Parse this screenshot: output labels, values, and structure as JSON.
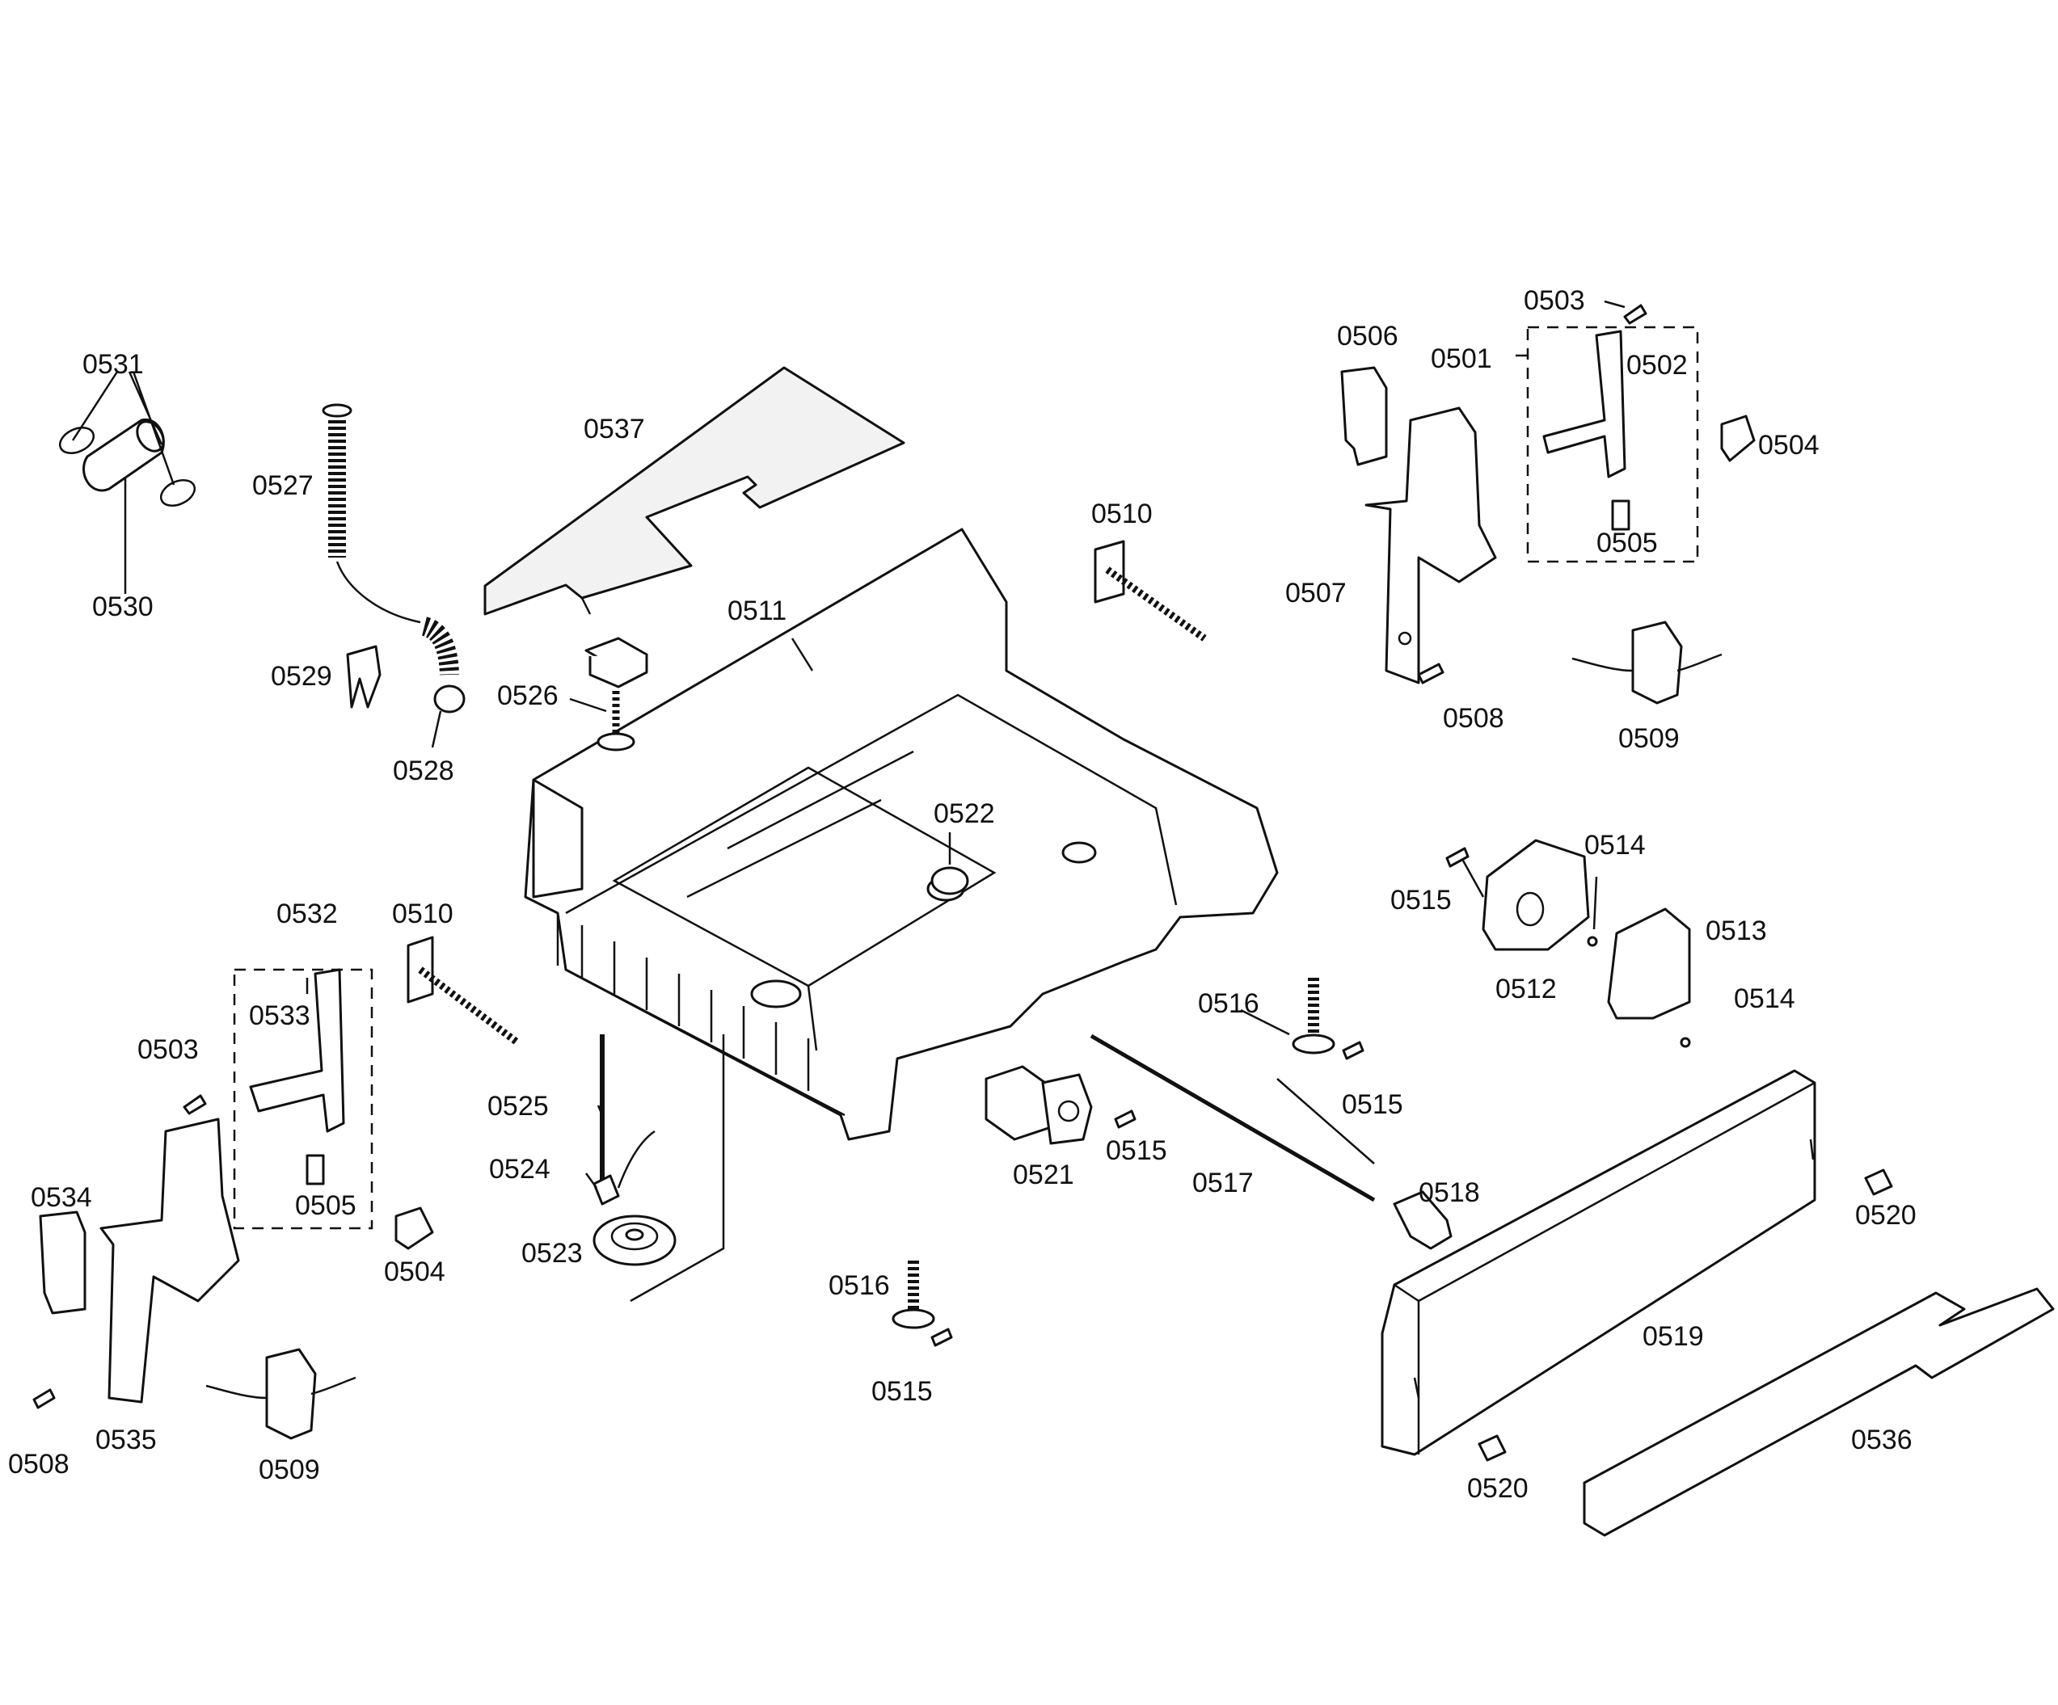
{
  "labels": {
    "l0501": "0501",
    "l0502": "0502",
    "l0503a": "0503",
    "l0503b": "0503",
    "l0504a": "0504",
    "l0504b": "0504",
    "l0505a": "0505",
    "l0505b": "0505",
    "l0506": "0506",
    "l0507": "0507",
    "l0508a": "0508",
    "l0508b": "0508",
    "l0509a": "0509",
    "l0509b": "0509",
    "l0510a": "0510",
    "l0510b": "0510",
    "l0511": "0511",
    "l0512": "0512",
    "l0513": "0513",
    "l0514a": "0514",
    "l0514b": "0514",
    "l0515a": "0515",
    "l0515b": "0515",
    "l0515c": "0515",
    "l0515d": "0515",
    "l0516a": "0516",
    "l0516b": "0516",
    "l0517": "0517",
    "l0518": "0518",
    "l0519": "0519",
    "l0520a": "0520",
    "l0520b": "0520",
    "l0521": "0521",
    "l0522": "0522",
    "l0523": "0523",
    "l0524": "0524",
    "l0525": "0525",
    "l0526": "0526",
    "l0527": "0527",
    "l0528": "0528",
    "l0529": "0529",
    "l0530": "0530",
    "l0531": "0531",
    "l0532": "0532",
    "l0533": "0533",
    "l0534": "0534",
    "l0535": "0535",
    "l0536": "0536",
    "l0537": "0537"
  }
}
